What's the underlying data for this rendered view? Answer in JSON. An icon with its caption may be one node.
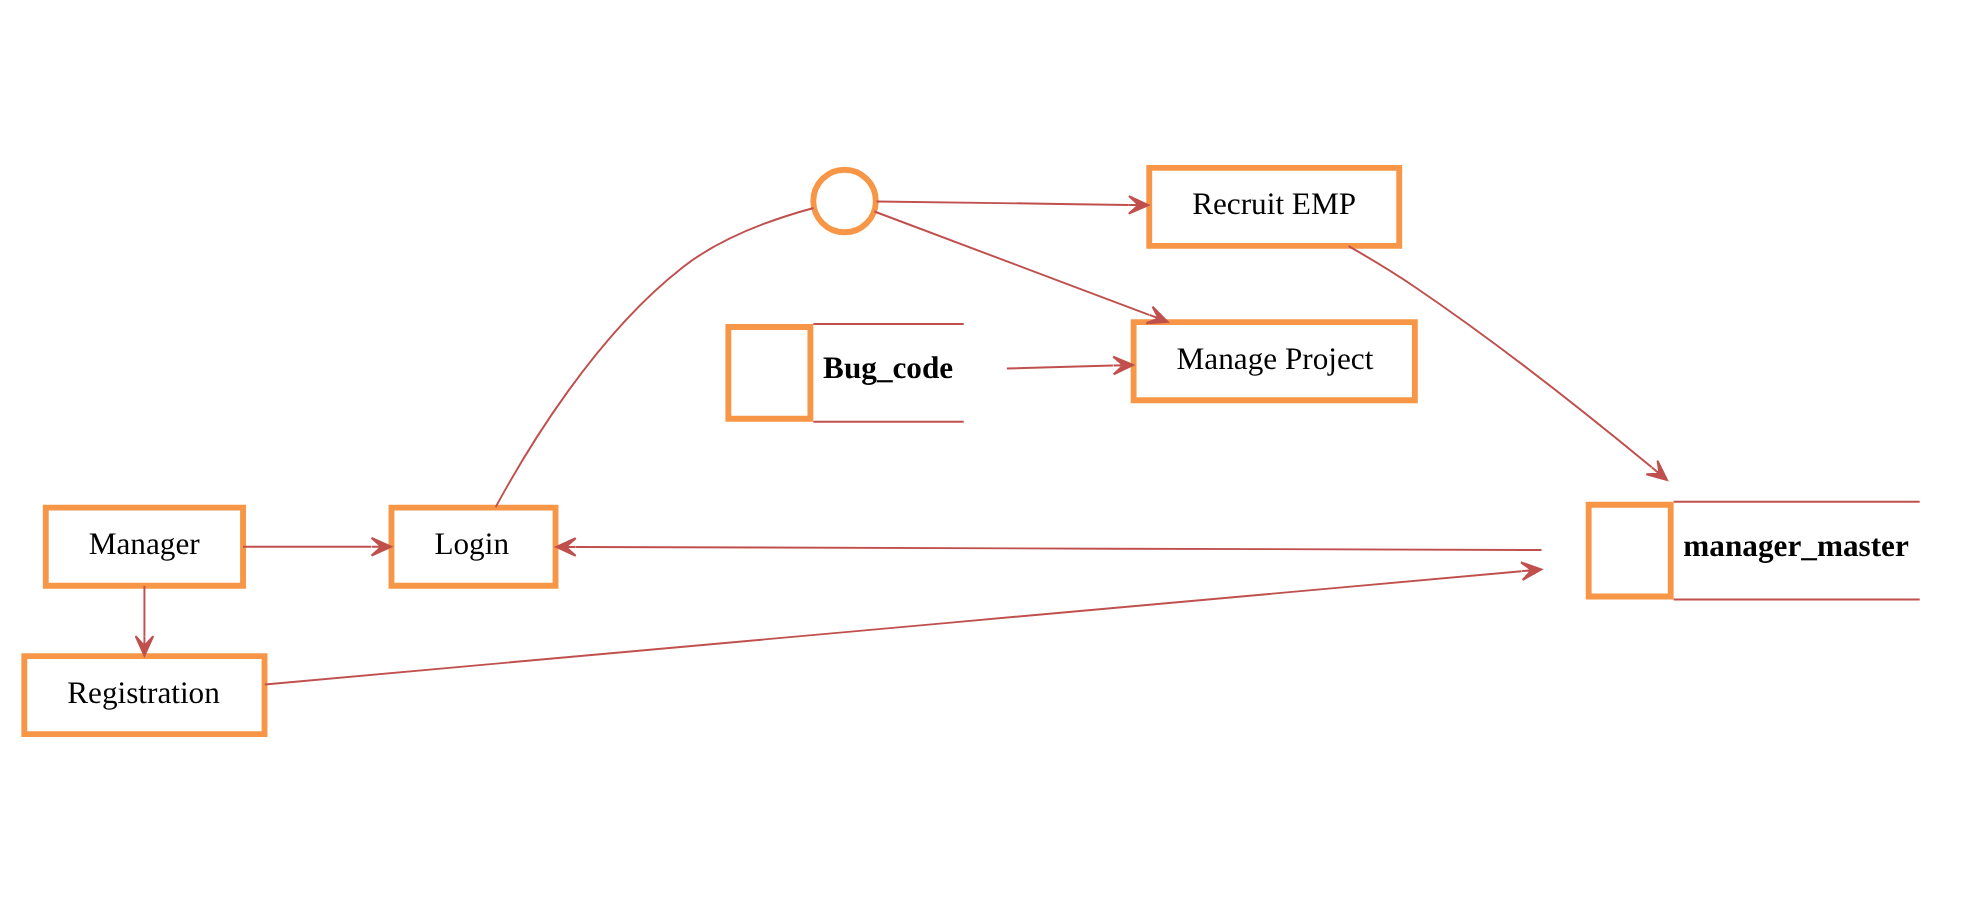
{
  "diagram": {
    "nodes": [
      {
        "text": [
          "Manager"
        ]
      },
      {
        "text": [
          "Login"
        ]
      },
      {
        "text": [
          "Registration"
        ]
      },
      {
        "text": [],
        "shape": "circle"
      },
      {
        "text": [
          "Recruit EMP"
        ]
      },
      {
        "text": [
          "Manage Project"
        ]
      },
      {
        "text": [
          "manager_master"
        ]
      },
      {
        "text": [
          "Bug_code"
        ]
      }
    ],
    "edges": [
      {
        "from": 0,
        "to": 1,
        "arrow": "to"
      },
      {
        "from": 0,
        "to": 2,
        "arrow": "to"
      },
      {
        "from": 1,
        "to": 3,
        "arrow": "none"
      },
      {
        "from": 3,
        "to": 4,
        "arrow": "to"
      },
      {
        "from": 3,
        "to": 5,
        "arrow": "to"
      },
      {
        "from": 4,
        "to": 6,
        "arrow": "to"
      },
      {
        "from": 6,
        "to": 1,
        "arrow": "to"
      },
      {
        "from": 2,
        "to": 6,
        "arrow": "to"
      },
      {
        "from": 7,
        "to": 5,
        "arrow": "to"
      }
    ]
  }
}
